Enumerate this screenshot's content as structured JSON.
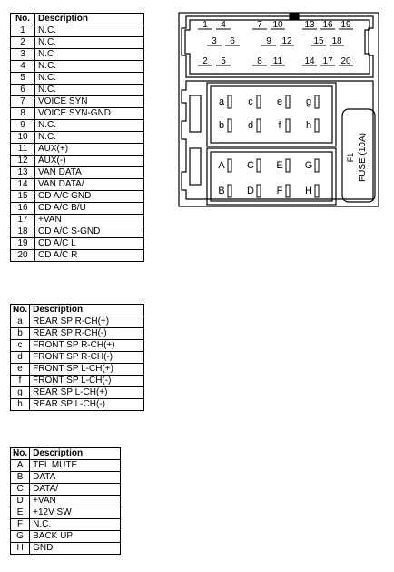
{
  "headers": {
    "no": "No.",
    "desc": "Description"
  },
  "table_main": [
    {
      "no": "1",
      "desc": "N.C."
    },
    {
      "no": "2",
      "desc": "N.C."
    },
    {
      "no": "3",
      "desc": "N.C"
    },
    {
      "no": "4",
      "desc": "N.C."
    },
    {
      "no": "5",
      "desc": "N.C."
    },
    {
      "no": "6",
      "desc": "N.C."
    },
    {
      "no": "7",
      "desc": "VOICE SYN"
    },
    {
      "no": "8",
      "desc": "VOICE SYN-GND"
    },
    {
      "no": "9",
      "desc": "N.C."
    },
    {
      "no": "10",
      "desc": "N.C."
    },
    {
      "no": "11",
      "desc": "AUX(+)"
    },
    {
      "no": "12",
      "desc": "AUX(-)"
    },
    {
      "no": "13",
      "desc": "VAN DATA"
    },
    {
      "no": "14",
      "desc": "VAN DATA/"
    },
    {
      "no": "15",
      "desc": "CD A/C GND"
    },
    {
      "no": "16",
      "desc": "CD A/C B/U"
    },
    {
      "no": "17",
      "desc": "+VAN"
    },
    {
      "no": "18",
      "desc": "CD A/C S-GND"
    },
    {
      "no": "19",
      "desc": "CD A/C L"
    },
    {
      "no": "20",
      "desc": "CD A/C R"
    }
  ],
  "table_speaker": [
    {
      "no": "a",
      "desc": "REAR SP R-CH(+)"
    },
    {
      "no": "b",
      "desc": "REAR SP R-CH(-)"
    },
    {
      "no": "c",
      "desc": "FRONT SP R-CH(+)"
    },
    {
      "no": "d",
      "desc": "FRONT SP R-CH(-)"
    },
    {
      "no": "e",
      "desc": "FRONT SP L-CH(+)"
    },
    {
      "no": "f",
      "desc": "FRONT SP L-CH(-)"
    },
    {
      "no": "g",
      "desc": "REAR SP L-CH(+)"
    },
    {
      "no": "h",
      "desc": "REAR SP L-CH(-)"
    }
  ],
  "table_power": [
    {
      "no": "A",
      "desc": "TEL MUTE"
    },
    {
      "no": "B",
      "desc": "DATA"
    },
    {
      "no": "C",
      "desc": "DATA/"
    },
    {
      "no": "D",
      "desc": "+VAN"
    },
    {
      "no": "E",
      "desc": "+12V SW"
    },
    {
      "no": "F",
      "desc": "N.C."
    },
    {
      "no": "G",
      "desc": "BACK UP"
    },
    {
      "no": "H",
      "desc": "GND"
    }
  ],
  "connector": {
    "top_pins": {
      "row1": [
        "1",
        "4",
        "7",
        "10",
        "13",
        "16",
        "19"
      ],
      "row2": [
        "3",
        "6",
        "9",
        "12",
        "15",
        "18"
      ],
      "row3": [
        "2",
        "5",
        "8",
        "11",
        "14",
        "17",
        "20"
      ]
    },
    "speaker_pins": {
      "row1": [
        "a",
        "c",
        "e",
        "g"
      ],
      "row2": [
        "b",
        "d",
        "f",
        "h"
      ]
    },
    "power_pins": {
      "row1": [
        "A",
        "C",
        "E",
        "G"
      ],
      "row2": [
        "B",
        "D",
        "F",
        "H"
      ]
    },
    "fuse_id": "F1",
    "fuse_label": "FUSE (10A)"
  }
}
